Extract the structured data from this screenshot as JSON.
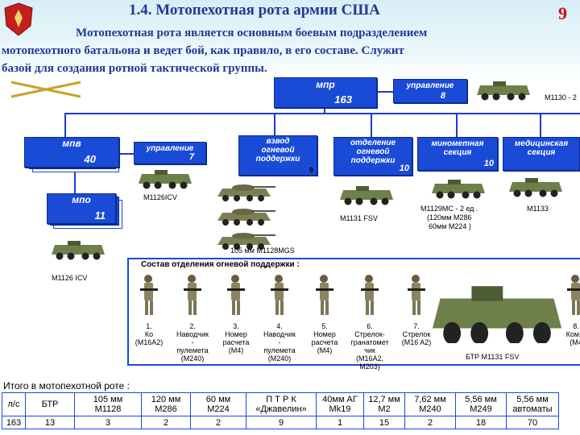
{
  "header": {
    "title": "1.4. Мотопехотная рота армии США",
    "page_number": "9",
    "intro_line1": "Мотопехотная рота является основным боевым подразделением",
    "intro_line2": "мотопехотного батальона и ведет бой, как правило, в его составе. Служит",
    "intro_line3": "базой для создания ротной тактической группы."
  },
  "org": {
    "mpr": {
      "label": "мпр",
      "count": "163"
    },
    "mpr_control": {
      "label": "управление",
      "count": "8"
    },
    "m1130": "M1130 - 2",
    "mpv": {
      "label": "мпв",
      "count": "40"
    },
    "mpv_control": {
      "label": "управление",
      "count": "7"
    },
    "m1126_1": "M1126ICV",
    "mpo": {
      "label": "мпо",
      "count": "11"
    },
    "m1126_2": "M1126 ICV",
    "fire_platoon": {
      "label_1": "взвод",
      "label_2": "огневой",
      "label_3": "поддержки",
      "count": "9"
    },
    "m1128": "105 мм M1128MGS",
    "fire_squad": {
      "label_1": "отделение",
      "label_2": "огневой",
      "label_3": "поддержки",
      "count": "10"
    },
    "m1131": "M1131 FSV",
    "mortar": {
      "label_1": "минометная",
      "label_2": "секция",
      "count": "10"
    },
    "m1129": {
      "line1": "M1129MC - 2 ед .",
      "line2": "(120мм M286",
      "line3": "60мм M224 )"
    },
    "medical": {
      "label_1": "медицинская",
      "label_2": "секция"
    },
    "m1133": "M1133"
  },
  "section": {
    "title": "Состав отделения огневой поддержки :",
    "soldiers": [
      {
        "num": "1.",
        "line1": "Ко",
        "line2": "(M16A2)",
        "line3": "",
        "line4": "",
        "line5": ""
      },
      {
        "num": "2.",
        "line1": "Наводчик",
        "line2": "-",
        "line3": "пулемета",
        "line4": "(M240)",
        "line5": ""
      },
      {
        "num": "3.",
        "line1": "Номер",
        "line2": "расчета",
        "line3": "(M4)",
        "line4": "",
        "line5": ""
      },
      {
        "num": "4.",
        "line1": "Наводчик",
        "line2": "-",
        "line3": "пулемета",
        "line4": "(M240)",
        "line5": ""
      },
      {
        "num": "5.",
        "line1": "Номер",
        "line2": "расчета",
        "line3": "(M4)",
        "line4": "",
        "line5": ""
      },
      {
        "num": "6.",
        "line1": "Стрелок-",
        "line2": "гранатомет",
        "line3": "чик",
        "line4": "(M16A2,",
        "line5": "M203)"
      },
      {
        "num": "7.",
        "line1": "Стрелок",
        "line2": "(M16 A2)",
        "line3": "",
        "line4": "",
        "line5": ""
      },
      {
        "num": "8.",
        "line1": "Ком.Б",
        "line2": "(M4",
        "line3": "",
        "line4": "",
        "line5": ""
      }
    ],
    "btr": "БТР M1131 FSV"
  },
  "totals": {
    "title": "Итого в мотопехотной роте :",
    "headers": [
      {
        "l1": "л/с",
        "l2": ""
      },
      {
        "l1": "БТР",
        "l2": ""
      },
      {
        "l1": "105 мм",
        "l2": "M1128"
      },
      {
        "l1": "120 мм",
        "l2": "M286"
      },
      {
        "l1": "60 мм",
        "l2": "M224"
      },
      {
        "l1": "П Т Р К",
        "l2": "«Джавелин»"
      },
      {
        "l1": "40мм АГ",
        "l2": "Mk19"
      },
      {
        "l1": "12,7 мм",
        "l2": "M2"
      },
      {
        "l1": "7,62 мм",
        "l2": "M240"
      },
      {
        "l1": "5,56 мм",
        "l2": "M249"
      },
      {
        "l1": "5,56 мм",
        "l2": "автоматы"
      }
    ],
    "values": [
      "163",
      "13",
      "3",
      "2",
      "2",
      "9",
      "1",
      "15",
      "2",
      "18",
      "70"
    ]
  },
  "colors": {
    "block": "#1a4bd6",
    "title": "#1f3a93",
    "page_number": "#cc1111"
  }
}
